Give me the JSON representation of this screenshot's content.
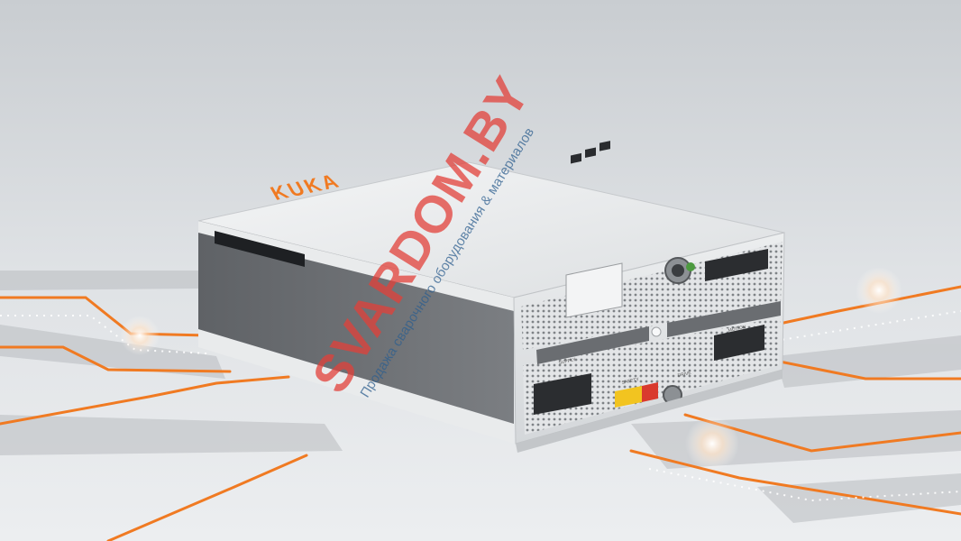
{
  "product": {
    "brand_logo": "KUKA",
    "port_labels": [
      "SUPPLY",
      "MOTION",
      "SAFETY",
      "DRIVE"
    ]
  },
  "watermark": {
    "site": "SVARDOM.BY",
    "tagline": "Продажа сварочного оборудования & материалов"
  },
  "colors": {
    "accent_orange": "#f07a22",
    "body_white": "#eeeff0",
    "panel_grey": "#6b6e71",
    "watermark_red": "#e2403a",
    "watermark_blue": "#2e5f8f"
  }
}
